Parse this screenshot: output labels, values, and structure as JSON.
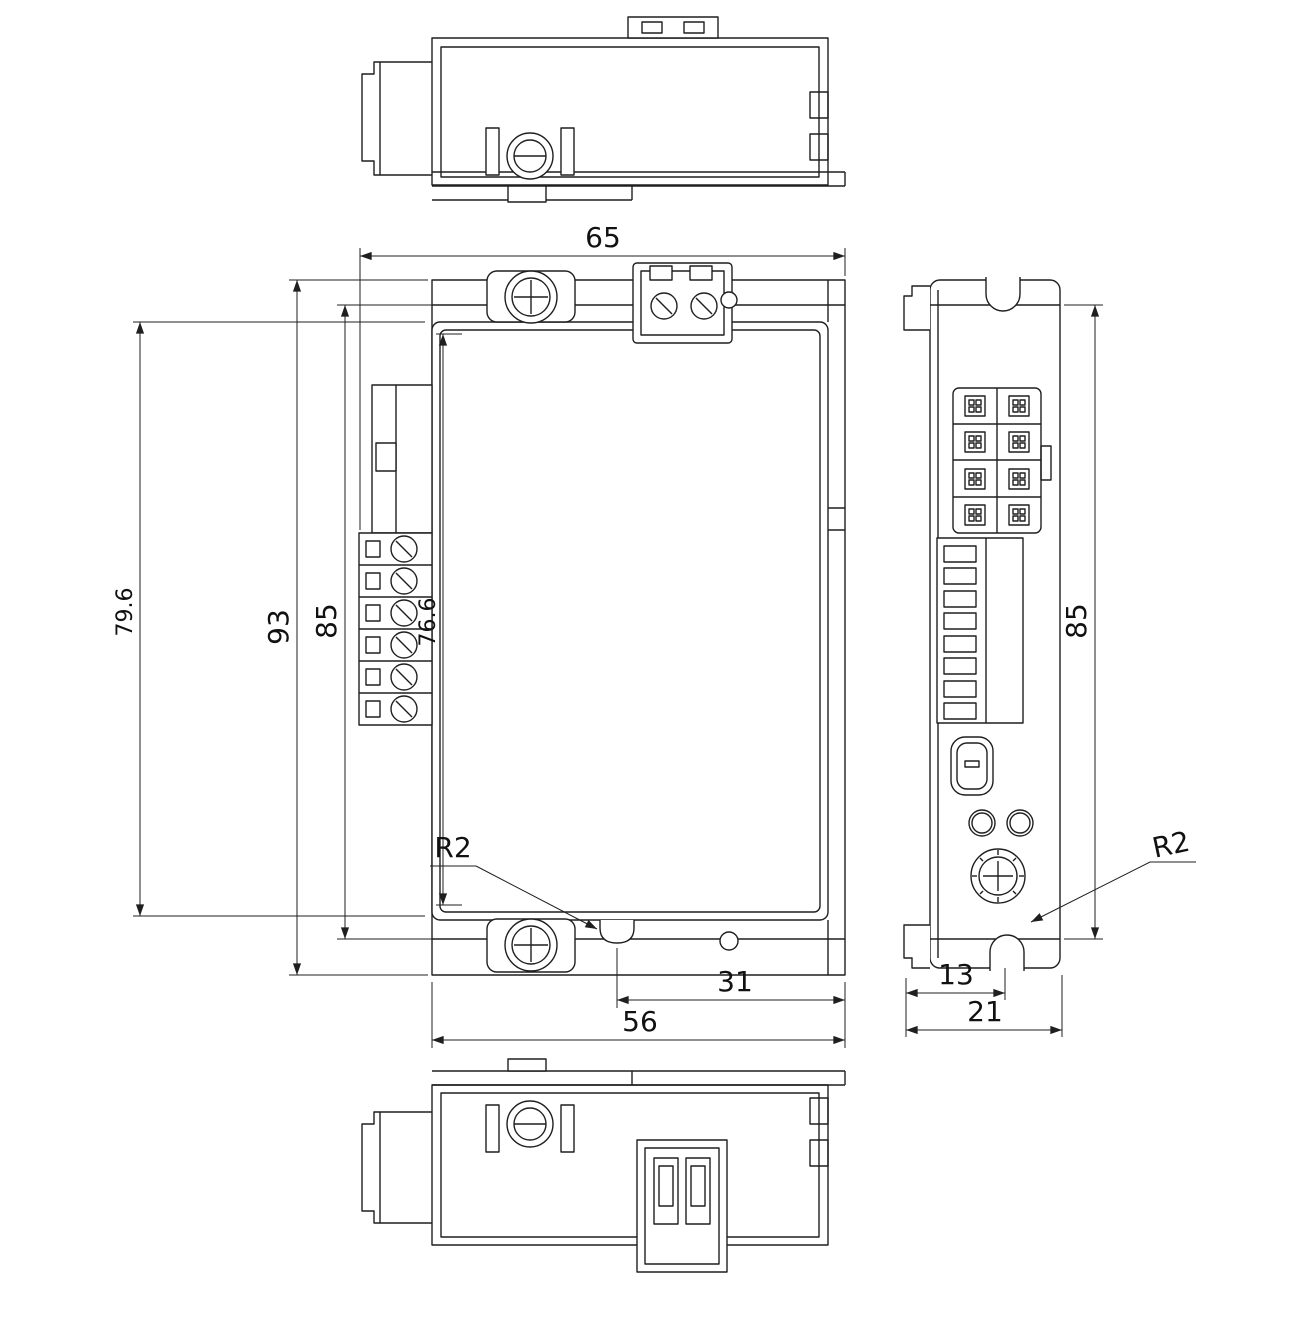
{
  "colors": {
    "background": "#ffffff",
    "line": "#1f1f1f",
    "text": "#111111"
  },
  "dimensions": {
    "front": {
      "overall_width": "65",
      "overall_height": "93",
      "flange_height": "85",
      "left_height": "79.6",
      "inner_height": "76.6",
      "corner_radius": "R2",
      "notch_offset": "31",
      "bottom_width": "56"
    },
    "side": {
      "flange_height": "85",
      "notch_offset": "13",
      "depth": "21",
      "corner_radius": "R2"
    }
  }
}
